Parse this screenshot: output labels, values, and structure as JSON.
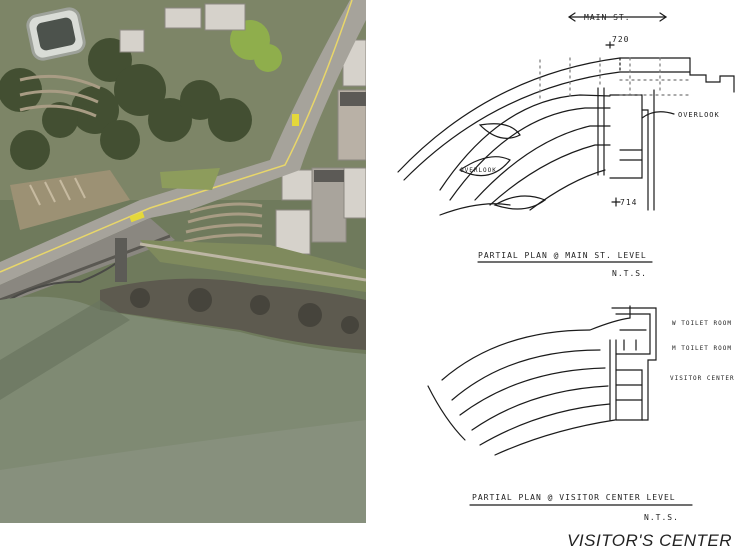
{
  "caption": "VISITOR'S CENTER",
  "plans": {
    "street_label": "MAIN ST.",
    "elev_top": "720",
    "elev_bottom": "714",
    "overlook": "OVERLOOK",
    "overlook_small": "OVERLOOK",
    "toilet_w": "W TOILET ROOM",
    "toilet_m": "M TOILET ROOM",
    "visitor_center": "VISITOR CENTER",
    "plan1_title": "PARTIAL PLAN @ MAIN ST. LEVEL",
    "plan1_scale": "N.T.S.",
    "plan2_title": "PARTIAL PLAN @ VISITOR CENTER LEVEL",
    "plan2_scale": "N.T.S."
  }
}
